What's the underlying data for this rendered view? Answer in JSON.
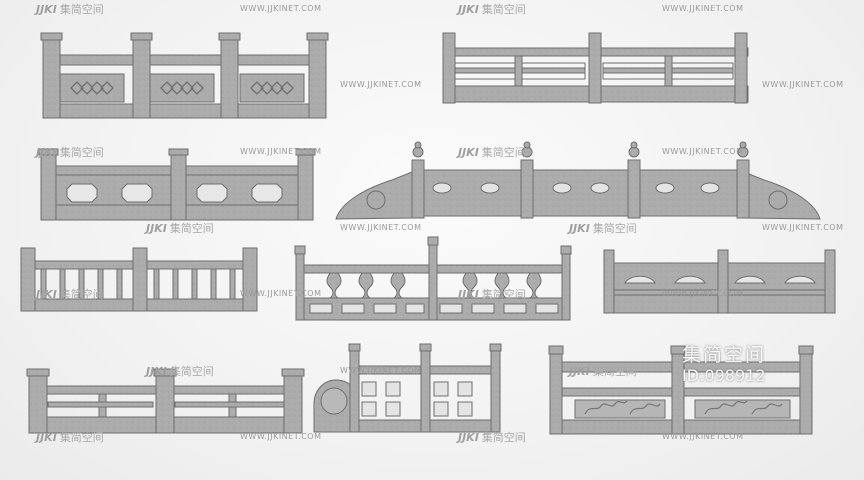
{
  "watermark": {
    "brand_logo": "JJKI",
    "brand_cn": "集简空间",
    "url": "WWW.JJKINET.COM",
    "main_cn": "集简空间",
    "id_text": "ID:098912"
  },
  "colors": {
    "stone": "#a9a9a9",
    "stone_dark": "#7d7d7d",
    "stone_light": "#c9c9c9",
    "background": "#f2f2f2"
  }
}
